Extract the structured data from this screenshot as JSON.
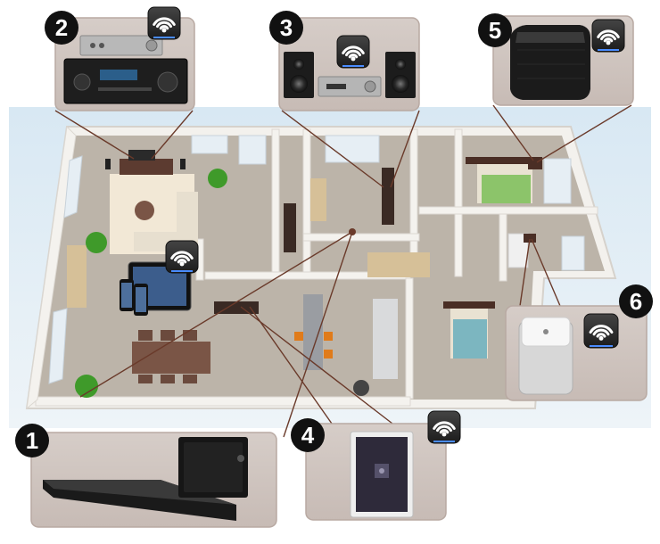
{
  "badges": [
    {
      "id": "zone-1",
      "number": "1"
    },
    {
      "id": "zone-2",
      "number": "2"
    },
    {
      "id": "zone-3",
      "number": "3"
    },
    {
      "id": "zone-4",
      "number": "4"
    },
    {
      "id": "zone-5",
      "number": "5"
    },
    {
      "id": "zone-6",
      "number": "6"
    }
  ],
  "icons": {
    "wifi": "wifi-icon",
    "devices": [
      "soundbar",
      "hifi-stack",
      "bookshelf-speakers",
      "wireless-speaker",
      "compact-speaker",
      "desktop-audio-system",
      "tablet-and-phones"
    ]
  },
  "colors": {
    "badge": "#111111",
    "callout_panel": "#cfc4bf",
    "callout_border": "#b8a9a2",
    "wifi_tile": "#2b2b2b",
    "wifi_glow": "#4a8cff",
    "floor": "#b9b1a6",
    "wall": "#f4f2ee",
    "connector": "#6a3a2a"
  }
}
